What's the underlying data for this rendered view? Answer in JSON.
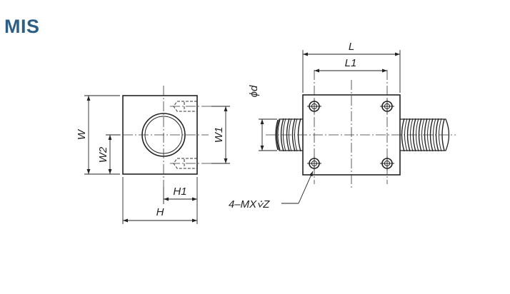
{
  "title": "MIS",
  "colors": {
    "title": "#2d5f86",
    "line": "#222222"
  },
  "front_view": {
    "dim_w": "W",
    "dim_w2": "W2",
    "dim_w1": "W1",
    "dim_h1": "H1",
    "dim_h": "H"
  },
  "top_view": {
    "dim_l": "L",
    "dim_l1": "L1",
    "dim_d": "ϕd",
    "callout": "4–MX⩒Z"
  }
}
